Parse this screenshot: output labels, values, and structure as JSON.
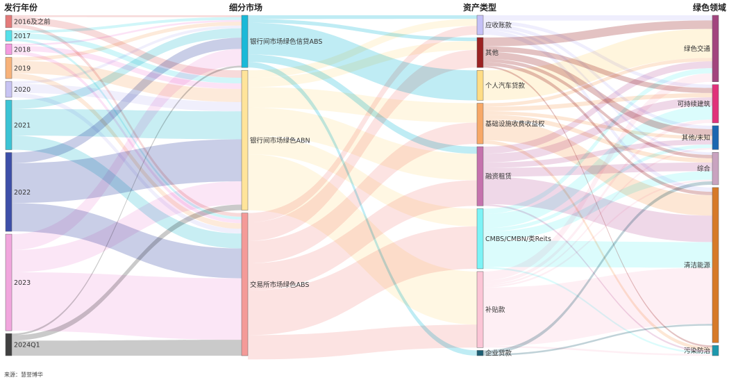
{
  "chart_data": {
    "type": "sankey",
    "columns": [
      {
        "title": "发行年份",
        "nodes": [
          {
            "name": "2016及之前",
            "value": 14,
            "color": "#e47a7a"
          },
          {
            "name": "2017",
            "value": 12,
            "color": "#55e0ea"
          },
          {
            "name": "2018",
            "value": 12,
            "color": "#f49be0"
          },
          {
            "name": "2019",
            "value": 24,
            "color": "#f7b27a"
          },
          {
            "name": "2020",
            "value": 18,
            "color": "#c8c4f3"
          },
          {
            "name": "2021",
            "value": 56,
            "color": "#3bc3d4"
          },
          {
            "name": "2022",
            "value": 89,
            "color": "#3d4fa8"
          },
          {
            "name": "2023",
            "value": 109,
            "color": "#f1a6dd"
          },
          {
            "name": "2024Q1",
            "value": 25,
            "color": "#404040"
          }
        ]
      },
      {
        "title": "细分市场",
        "nodes": [
          {
            "name": "银行间市场绿色信贷ABS",
            "value": 56,
            "color": "#1ab9d8"
          },
          {
            "name": "银行间市场绿色ABN",
            "value": 150,
            "color": "#ffe49a"
          },
          {
            "name": "交易所市场绿色ABS",
            "value": 153,
            "color": "#f49a98"
          }
        ]
      },
      {
        "title": "资产类型",
        "nodes": [
          {
            "name": "应收账款",
            "value": 22,
            "color": "#c5c1f7"
          },
          {
            "name": "其他",
            "value": 34,
            "color": "#9b2323"
          },
          {
            "name": "个人汽车贷款",
            "value": 34,
            "color": "#ffdc85"
          },
          {
            "name": "基础设施收费收益权",
            "value": 46,
            "color": "#f7a867"
          },
          {
            "name": "融资租赁",
            "value": 67,
            "color": "#c572ad"
          },
          {
            "name": "CMBS/CMBN/类Reits",
            "value": 68,
            "color": "#7cf3f6"
          },
          {
            "name": "补贴款",
            "value": 86,
            "color": "#fbc5d6"
          },
          {
            "name": "企业贷款",
            "value": 6,
            "color": "#1d5f74"
          }
        ]
      },
      {
        "title": "绿色领域",
        "nodes": [
          {
            "name": "绿色交通",
            "value": 78,
            "color": "#a2457e"
          },
          {
            "name": "可持续建筑",
            "value": 45,
            "color": "#e0327a"
          },
          {
            "name": "其他/未知",
            "value": 28,
            "color": "#1b67b1"
          },
          {
            "name": "综合",
            "value": 38,
            "color": "#c9a3c0"
          },
          {
            "name": "清洁能源",
            "value": 182,
            "color": "#d77a28"
          },
          {
            "name": "污染防治",
            "value": 12,
            "color": "#1d98ad"
          }
        ]
      }
    ],
    "links": [
      [
        0,
        0,
        1,
        0,
        2
      ],
      [
        0,
        0,
        1,
        1,
        8
      ],
      [
        0,
        0,
        1,
        2,
        4
      ],
      [
        0,
        1,
        1,
        0,
        3
      ],
      [
        0,
        1,
        1,
        1,
        6
      ],
      [
        0,
        1,
        1,
        2,
        3
      ],
      [
        0,
        2,
        1,
        0,
        2
      ],
      [
        0,
        2,
        1,
        1,
        6
      ],
      [
        0,
        2,
        1,
        2,
        4
      ],
      [
        0,
        3,
        1,
        0,
        4
      ],
      [
        0,
        3,
        1,
        1,
        14
      ],
      [
        0,
        3,
        1,
        2,
        6
      ],
      [
        0,
        4,
        1,
        0,
        3
      ],
      [
        0,
        4,
        1,
        1,
        10
      ],
      [
        0,
        4,
        1,
        2,
        5
      ],
      [
        0,
        5,
        1,
        0,
        10
      ],
      [
        0,
        5,
        1,
        1,
        30
      ],
      [
        0,
        5,
        1,
        2,
        16
      ],
      [
        0,
        6,
        1,
        0,
        12
      ],
      [
        0,
        6,
        1,
        1,
        45
      ],
      [
        0,
        6,
        1,
        2,
        32
      ],
      [
        0,
        7,
        1,
        0,
        18
      ],
      [
        0,
        7,
        1,
        1,
        25
      ],
      [
        0,
        7,
        1,
        2,
        66
      ],
      [
        0,
        8,
        1,
        0,
        2
      ],
      [
        0,
        8,
        1,
        1,
        6
      ],
      [
        0,
        8,
        1,
        2,
        17
      ],
      [
        1,
        0,
        2,
        0,
        4
      ],
      [
        1,
        0,
        2,
        1,
        4
      ],
      [
        1,
        0,
        2,
        2,
        34
      ],
      [
        1,
        0,
        2,
        4,
        8
      ],
      [
        1,
        0,
        2,
        7,
        6
      ],
      [
        1,
        1,
        2,
        0,
        8
      ],
      [
        1,
        1,
        2,
        1,
        10
      ],
      [
        1,
        1,
        2,
        3,
        22
      ],
      [
        1,
        1,
        2,
        4,
        30
      ],
      [
        1,
        1,
        2,
        5,
        20
      ],
      [
        1,
        1,
        2,
        6,
        60
      ],
      [
        1,
        2,
        2,
        0,
        10
      ],
      [
        1,
        2,
        2,
        1,
        20
      ],
      [
        1,
        2,
        2,
        3,
        24
      ],
      [
        1,
        2,
        2,
        4,
        29
      ],
      [
        1,
        2,
        2,
        5,
        48
      ],
      [
        1,
        2,
        2,
        6,
        26
      ],
      [
        2,
        0,
        3,
        0,
        6
      ],
      [
        2,
        0,
        3,
        1,
        4
      ],
      [
        2,
        0,
        3,
        2,
        4
      ],
      [
        2,
        0,
        3,
        3,
        3
      ],
      [
        2,
        0,
        3,
        4,
        5
      ],
      [
        2,
        1,
        3,
        0,
        10
      ],
      [
        2,
        1,
        3,
        1,
        6
      ],
      [
        2,
        1,
        3,
        2,
        8
      ],
      [
        2,
        1,
        3,
        3,
        4
      ],
      [
        2,
        1,
        3,
        4,
        4
      ],
      [
        2,
        1,
        3,
        5,
        2
      ],
      [
        2,
        2,
        3,
        0,
        34
      ],
      [
        2,
        3,
        3,
        0,
        4
      ],
      [
        2,
        3,
        3,
        1,
        5
      ],
      [
        2,
        3,
        3,
        2,
        4
      ],
      [
        2,
        3,
        3,
        3,
        5
      ],
      [
        2,
        3,
        3,
        4,
        24
      ],
      [
        2,
        3,
        3,
        5,
        4
      ],
      [
        2,
        4,
        3,
        0,
        8
      ],
      [
        2,
        4,
        3,
        1,
        10
      ],
      [
        2,
        4,
        3,
        2,
        6
      ],
      [
        2,
        4,
        3,
        3,
        10
      ],
      [
        2,
        4,
        3,
        4,
        31
      ],
      [
        2,
        4,
        3,
        5,
        2
      ],
      [
        2,
        5,
        3,
        0,
        6
      ],
      [
        2,
        5,
        3,
        1,
        16
      ],
      [
        2,
        5,
        3,
        2,
        4
      ],
      [
        2,
        5,
        3,
        3,
        10
      ],
      [
        2,
        5,
        3,
        4,
        30
      ],
      [
        2,
        5,
        3,
        5,
        2
      ],
      [
        2,
        6,
        3,
        0,
        10
      ],
      [
        2,
        6,
        3,
        1,
        4
      ],
      [
        2,
        6,
        3,
        2,
        2
      ],
      [
        2,
        6,
        3,
        3,
        2
      ],
      [
        2,
        6,
        3,
        4,
        66
      ],
      [
        2,
        6,
        3,
        5,
        2
      ],
      [
        2,
        7,
        3,
        3,
        4
      ],
      [
        2,
        7,
        3,
        4,
        2
      ]
    ]
  },
  "footer": {
    "source": "来源：慧誉博华"
  }
}
